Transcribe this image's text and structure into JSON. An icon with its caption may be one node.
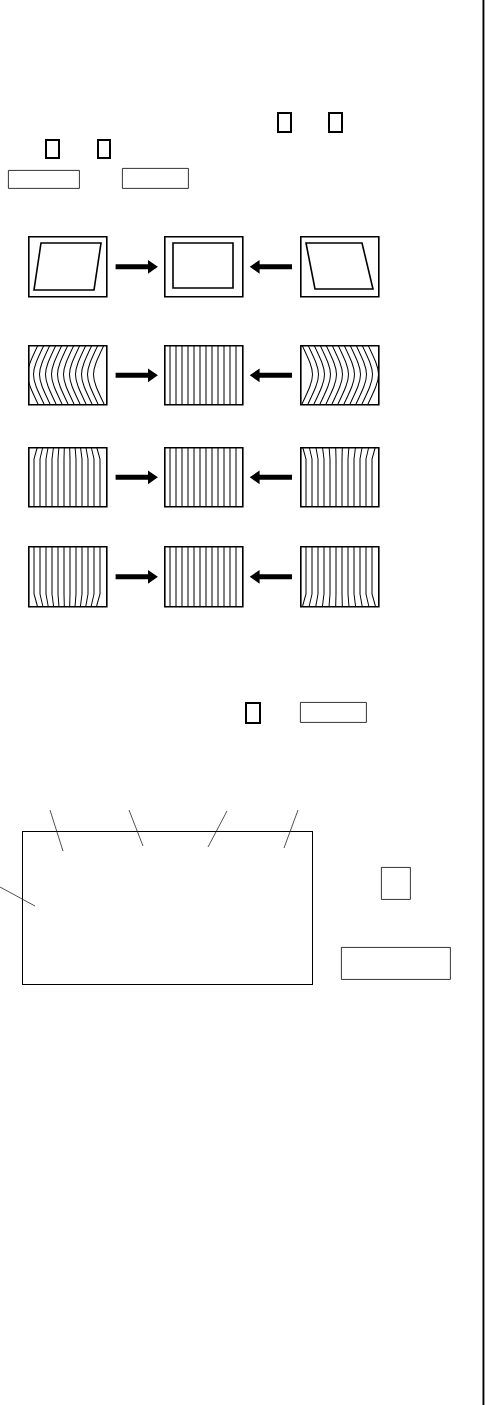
{
  "diagram": {
    "nodes": [
      {
        "text": [],
        "shape": "box"
      },
      {
        "text": [],
        "shape": "box"
      },
      {
        "text": [],
        "shape": "box"
      },
      {
        "text": [],
        "shape": "box"
      },
      {
        "text": [],
        "shape": "box"
      },
      {
        "text": [],
        "shape": "box"
      },
      {
        "text": [],
        "shape": "picture"
      },
      {
        "text": [],
        "shape": "picture"
      },
      {
        "text": [],
        "shape": "picture"
      },
      {
        "text": [],
        "shape": "picture"
      },
      {
        "text": [],
        "shape": "box"
      },
      {
        "text": [],
        "shape": "picture"
      },
      {
        "text": [],
        "shape": "picture"
      },
      {
        "text": [],
        "shape": "box"
      },
      {
        "text": [],
        "shape": "picture"
      },
      {
        "text": [],
        "shape": "picture"
      },
      {
        "text": [],
        "shape": "box"
      },
      {
        "text": [],
        "shape": "picture"
      },
      {
        "text": [],
        "shape": "box"
      },
      {
        "text": [],
        "shape": "box"
      },
      {
        "text": [],
        "shape": "box"
      },
      {
        "text": [],
        "shape": "box"
      },
      {
        "text": [],
        "shape": "box"
      }
    ],
    "edges": [
      {
        "from": 6,
        "to": 7,
        "arrow": "to"
      },
      {
        "from": 8,
        "to": 7,
        "arrow": "to"
      },
      {
        "from": 9,
        "to": 10,
        "arrow": "to"
      },
      {
        "from": 11,
        "to": 10,
        "arrow": "to"
      },
      {
        "from": 12,
        "to": 13,
        "arrow": "to"
      },
      {
        "from": 14,
        "to": 13,
        "arrow": "to"
      },
      {
        "from": 15,
        "to": 16,
        "arrow": "to"
      },
      {
        "from": 17,
        "to": 16,
        "arrow": "to"
      },
      {
        "from": null,
        "to": 20,
        "arrow": "none"
      },
      {
        "from": null,
        "to": 20,
        "arrow": "none"
      },
      {
        "from": null,
        "to": 20,
        "arrow": "none"
      },
      {
        "from": null,
        "to": 20,
        "arrow": "none"
      },
      {
        "from": null,
        "to": 20,
        "arrow": "none"
      }
    ]
  }
}
